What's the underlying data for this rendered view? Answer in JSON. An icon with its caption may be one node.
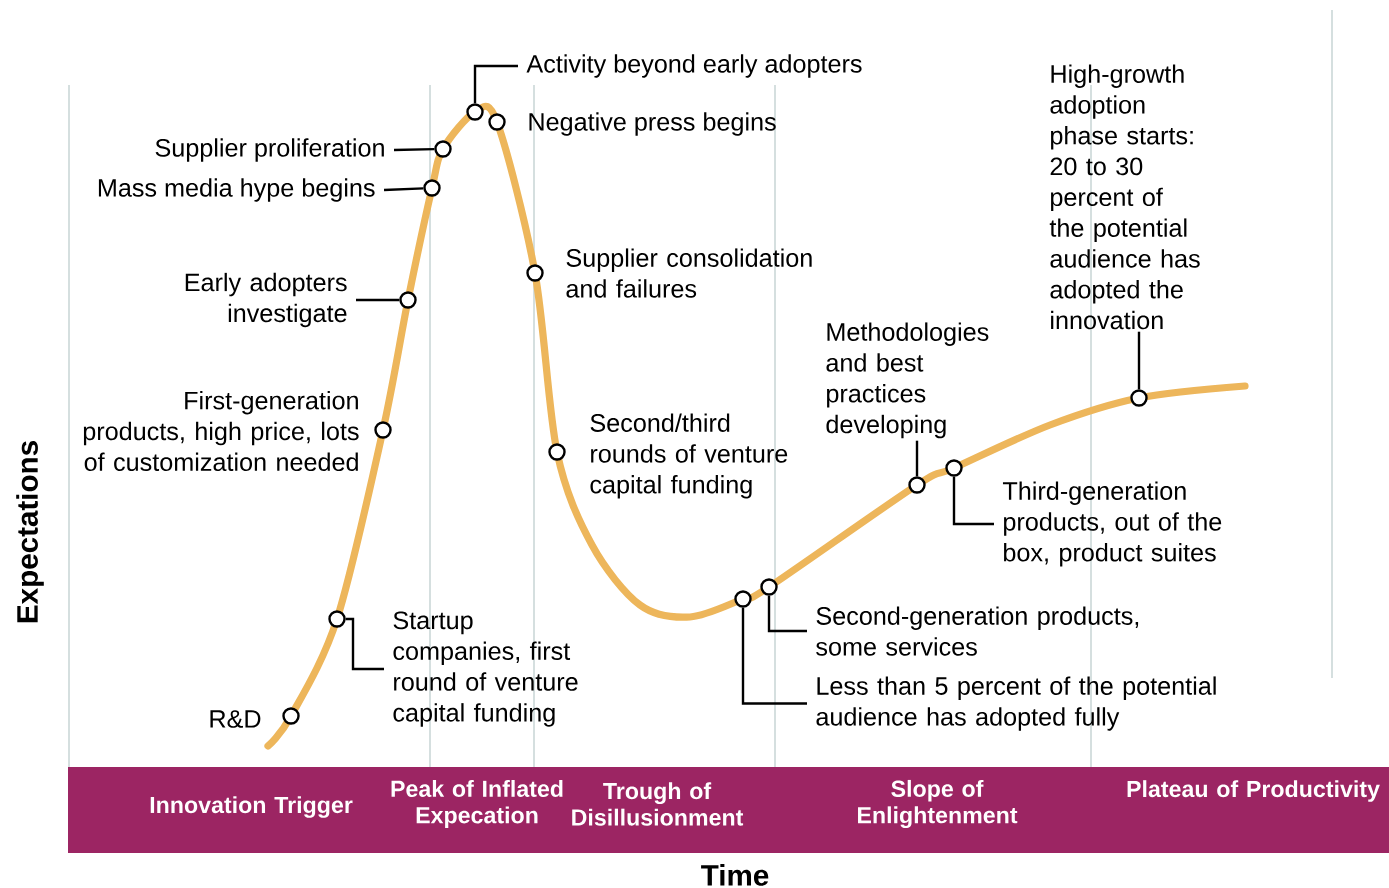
{
  "diagram": {
    "nodes": [
      {
        "text": [
          "Activity beyond early adopters"
        ]
      },
      {
        "text": [],
        "shape": "circle"
      },
      {
        "text": [],
        "shape": "circle",
        "beside": [
          "Negative press begins"
        ]
      },
      {
        "text": [
          "Supplier proliferation"
        ]
      },
      {
        "text": [],
        "shape": "circle"
      },
      {
        "text": [
          "Mass media hype begins"
        ]
      },
      {
        "text": [],
        "shape": "circle"
      },
      {
        "text": [
          "High-growth adoption phase starts: 20 to 30 percent of the potential audience has adopted the innovation"
        ]
      },
      {
        "text": [],
        "shape": "circle"
      },
      {
        "text": [],
        "shape": "circle",
        "beside": [
          "Supplier consolidation and failures"
        ]
      },
      {
        "text": [
          "Early adopters investigate"
        ]
      },
      {
        "text": [],
        "shape": "circle"
      },
      {
        "text": [
          "Methodologies and best practices developing"
        ]
      },
      {
        "text": [],
        "shape": "circle"
      },
      {
        "text": [],
        "shape": "circle",
        "beside": [
          "First-generation products, high price, lots of customization needed"
        ]
      },
      {
        "text": [],
        "shape": "circle",
        "beside": [
          "Second/third rounds of venture capital funding"
        ]
      },
      {
        "text": [],
        "shape": "circle"
      },
      {
        "text": [
          "Third-generation products, out of the box, product suites"
        ]
      },
      {
        "text": [],
        "shape": "circle"
      },
      {
        "text": [],
        "shape": "circle"
      },
      {
        "text": [
          "Second-generation products, some services"
        ]
      },
      {
        "text": [],
        "shape": "circle"
      },
      {
        "text": [
          "Startup companies, first round of venture capital funding"
        ]
      },
      {
        "text": [
          "Less than 5 percent of the potential audience has adopted fully"
        ]
      },
      {
        "text": [],
        "shape": "circle",
        "beside": [
          "R&D"
        ]
      }
    ],
    "edges": [
      {
        "from": 0,
        "to": 1,
        "arrow": "none"
      },
      {
        "from": 3,
        "to": 4,
        "arrow": "none"
      },
      {
        "from": 5,
        "to": 6,
        "arrow": "none"
      },
      {
        "from": 7,
        "to": 8,
        "arrow": "none"
      },
      {
        "from": 10,
        "to": 11,
        "arrow": "none"
      },
      {
        "from": 12,
        "to": 13,
        "arrow": "none"
      },
      {
        "from": 17,
        "to": 16,
        "arrow": "none"
      },
      {
        "from": 20,
        "to": 18,
        "arrow": "none"
      },
      {
        "from": 22,
        "to": 21,
        "arrow": "none"
      },
      {
        "from": 23,
        "to": 19,
        "arrow": "none"
      }
    ],
    "labels": [
      "Expectations",
      "Innovation Trigger",
      "Peak of Inflated Expecation",
      "Trough of Disillusionment",
      "Slope of Enlightenment",
      "Plateau of Productivity",
      "Time"
    ]
  }
}
